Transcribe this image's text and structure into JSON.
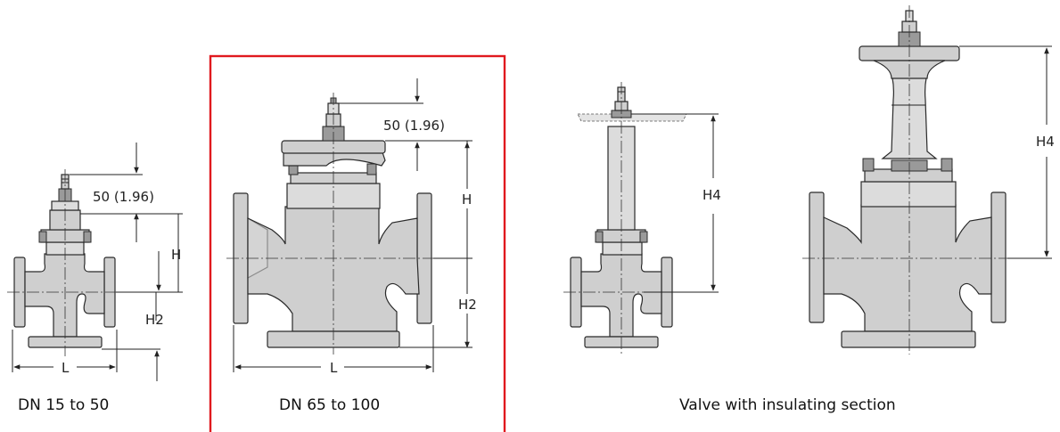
{
  "labels": {
    "small_50": "50 (1.96)",
    "small_H": "H",
    "small_H2": "H2",
    "small_L": "L",
    "mid_50": "50 (1.96)",
    "mid_H": "H",
    "mid_H2": "H2",
    "mid_L": "L",
    "ins_small_H4": "H4",
    "ins_large_H4": "H4"
  },
  "captions": {
    "small": "DN 15 to 50",
    "mid": "DN 65 to 100",
    "insulating": "Valve with insulating section"
  },
  "colors": {
    "highlight_frame": "#e0191e",
    "valve_fill": "#cfcfcf"
  }
}
